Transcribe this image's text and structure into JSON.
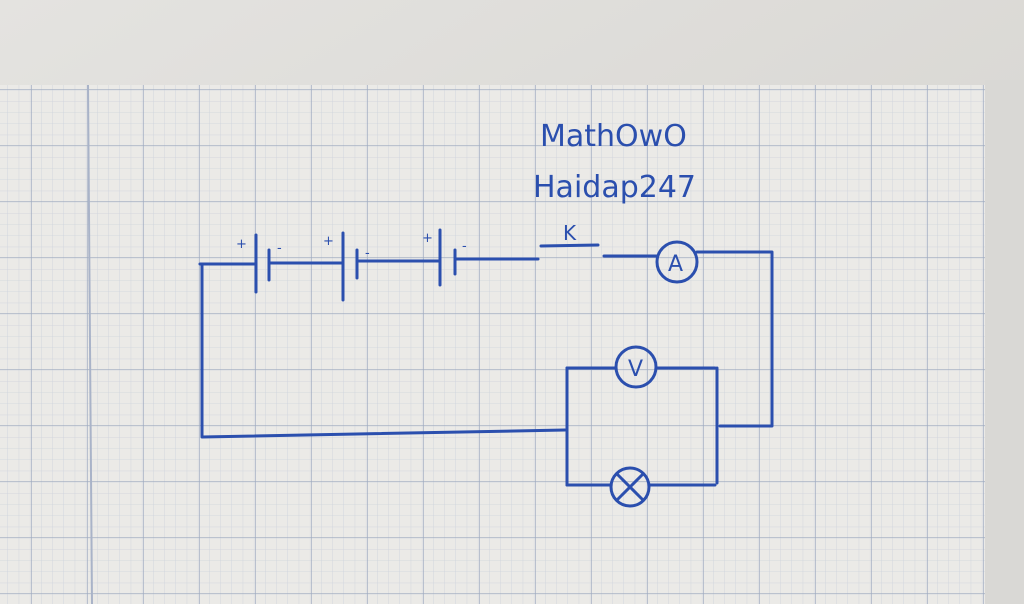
{
  "title_lines": [
    "MathOwO",
    "Haidap247"
  ],
  "circuit": {
    "switch_label": "K",
    "ammeter_label": "A",
    "voltmeter_label": "V",
    "cell_plus": "+",
    "cell_minus": "-",
    "cells": 3
  },
  "colors": {
    "ink": "#2b4fae",
    "paper": "#ebeae7",
    "grid_major": "#9aa7bf",
    "grid_minor": "#c6ccd8"
  }
}
